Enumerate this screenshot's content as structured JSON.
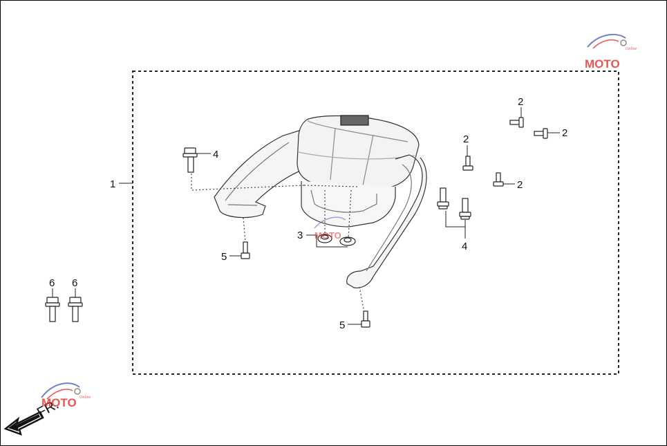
{
  "diagram": {
    "callouts": {
      "c1": "1",
      "c2a": "2",
      "c2b": "2",
      "c2c": "2",
      "c2d": "2",
      "c3": "3",
      "c4a": "4",
      "c4b": "4",
      "c5a": "5",
      "c5b": "5",
      "c6a": "6",
      "c6b": "6"
    },
    "direction_label": "FR.",
    "watermark": {
      "text": "MOTO",
      "subtext": "Online"
    },
    "colors": {
      "line": "#222222",
      "watermark_red": "#e53935",
      "watermark_blue": "#5c6bc0"
    }
  }
}
